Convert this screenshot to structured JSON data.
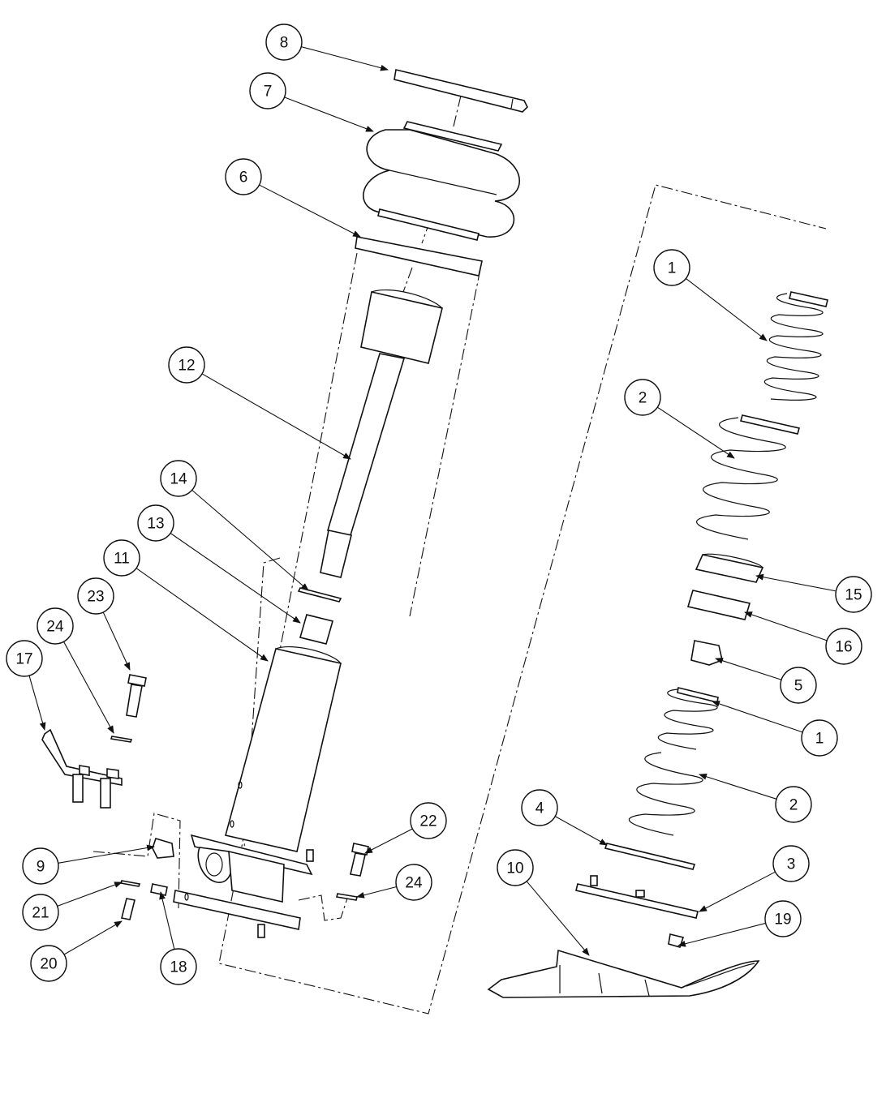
{
  "callouts": [
    {
      "id": "c8",
      "label": "8"
    },
    {
      "id": "c7",
      "label": "7"
    },
    {
      "id": "c6",
      "label": "6"
    },
    {
      "id": "c12",
      "label": "12"
    },
    {
      "id": "c14",
      "label": "14"
    },
    {
      "id": "c13",
      "label": "13"
    },
    {
      "id": "c11",
      "label": "11"
    },
    {
      "id": "c23",
      "label": "23"
    },
    {
      "id": "c24a",
      "label": "24"
    },
    {
      "id": "c17",
      "label": "17"
    },
    {
      "id": "c9",
      "label": "9"
    },
    {
      "id": "c21",
      "label": "21"
    },
    {
      "id": "c20",
      "label": "20"
    },
    {
      "id": "c18",
      "label": "18"
    },
    {
      "id": "c22",
      "label": "22"
    },
    {
      "id": "c24b",
      "label": "24"
    },
    {
      "id": "c1a",
      "label": "1"
    },
    {
      "id": "c2a",
      "label": "2"
    },
    {
      "id": "c15",
      "label": "15"
    },
    {
      "id": "c16",
      "label": "16"
    },
    {
      "id": "c5",
      "label": "5"
    },
    {
      "id": "c1b",
      "label": "1"
    },
    {
      "id": "c2b",
      "label": "2"
    },
    {
      "id": "c4",
      "label": "4"
    },
    {
      "id": "c3",
      "label": "3"
    },
    {
      "id": "c10",
      "label": "10"
    },
    {
      "id": "c19",
      "label": "19"
    }
  ]
}
